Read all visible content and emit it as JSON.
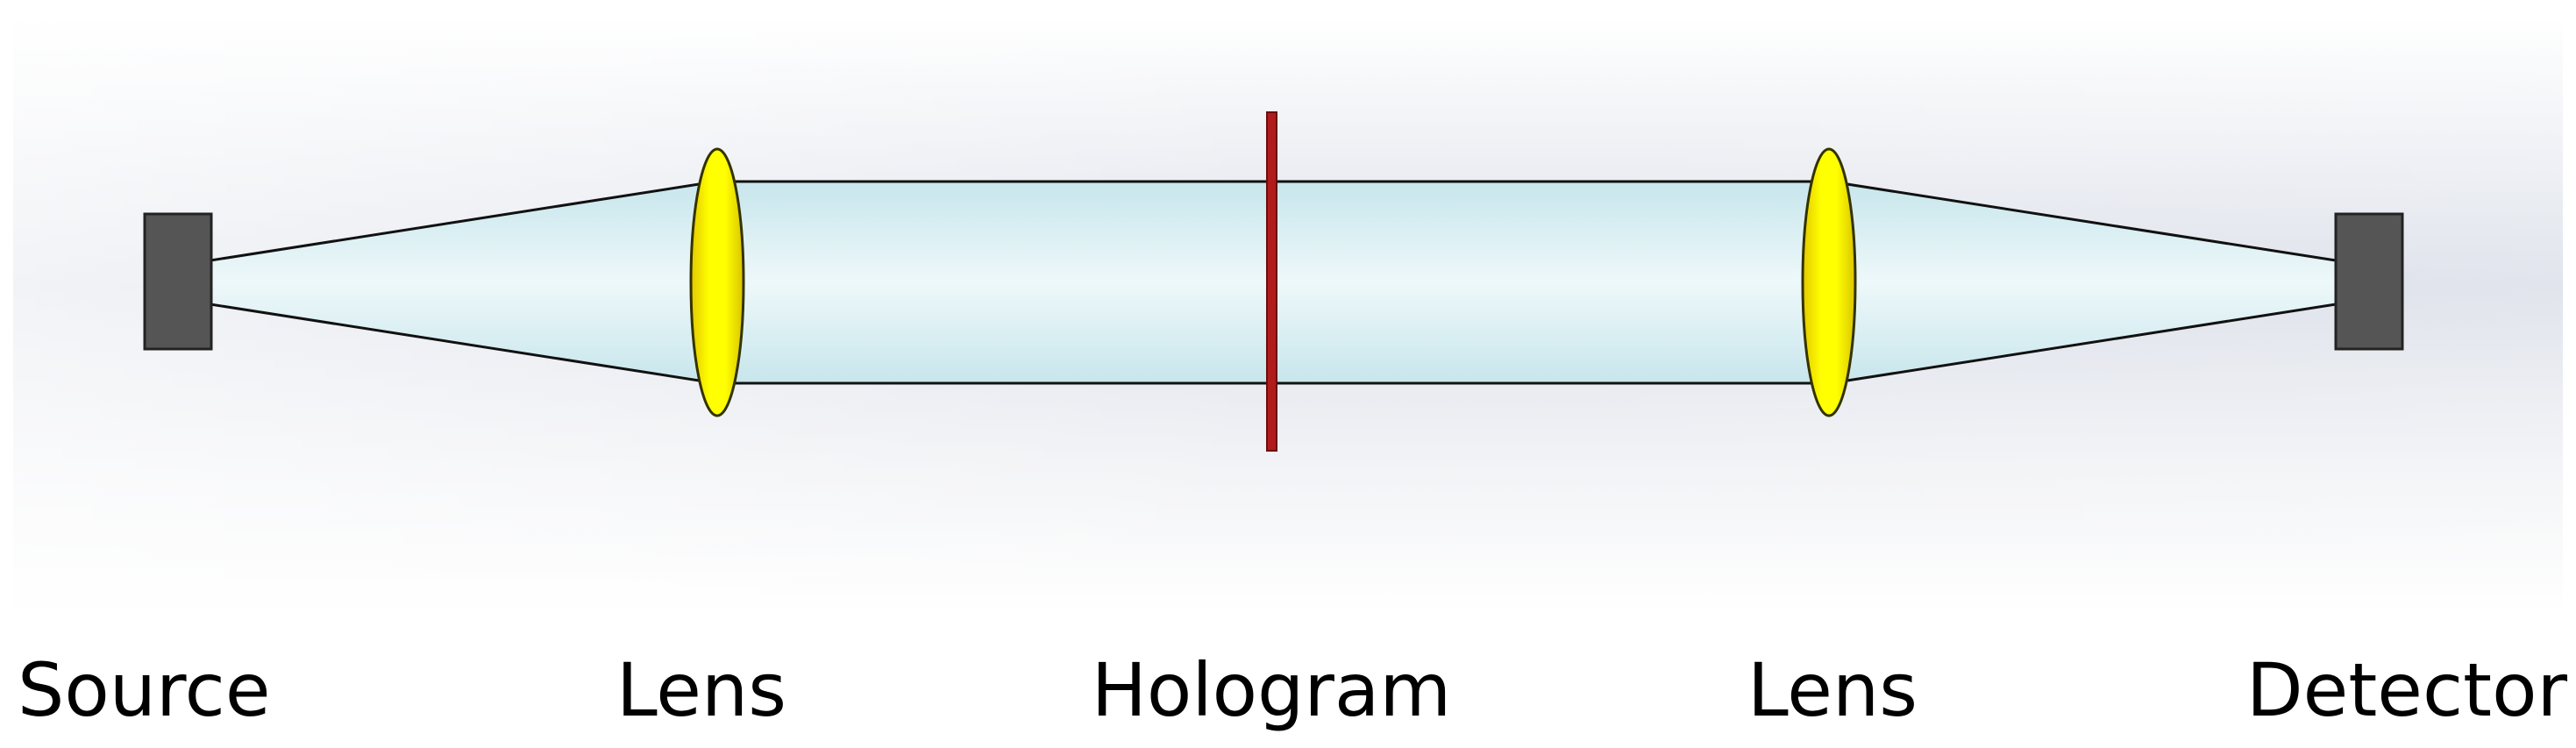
{
  "labels": {
    "source": "Source",
    "lens_1": "Lens",
    "hologram": "Hologram",
    "lens_2": "Lens",
    "detector": "Detector"
  },
  "colors": {
    "background_light": "#ffffff",
    "background_shade": "#dde1ea",
    "beam_fill": "#e1f2f5",
    "beam_edge_glow": "#c7e6ec",
    "beam_outline": "#111111",
    "lens_fill": "#ffff00",
    "lens_shade": "#d9c400",
    "hologram_plate": "#b01c1c",
    "source_detector_block": "#555555"
  },
  "icons": {
    "source": "source-block-icon",
    "lens": "convex-lens-icon",
    "hologram": "hologram-plate-icon",
    "detector": "detector-block-icon"
  }
}
